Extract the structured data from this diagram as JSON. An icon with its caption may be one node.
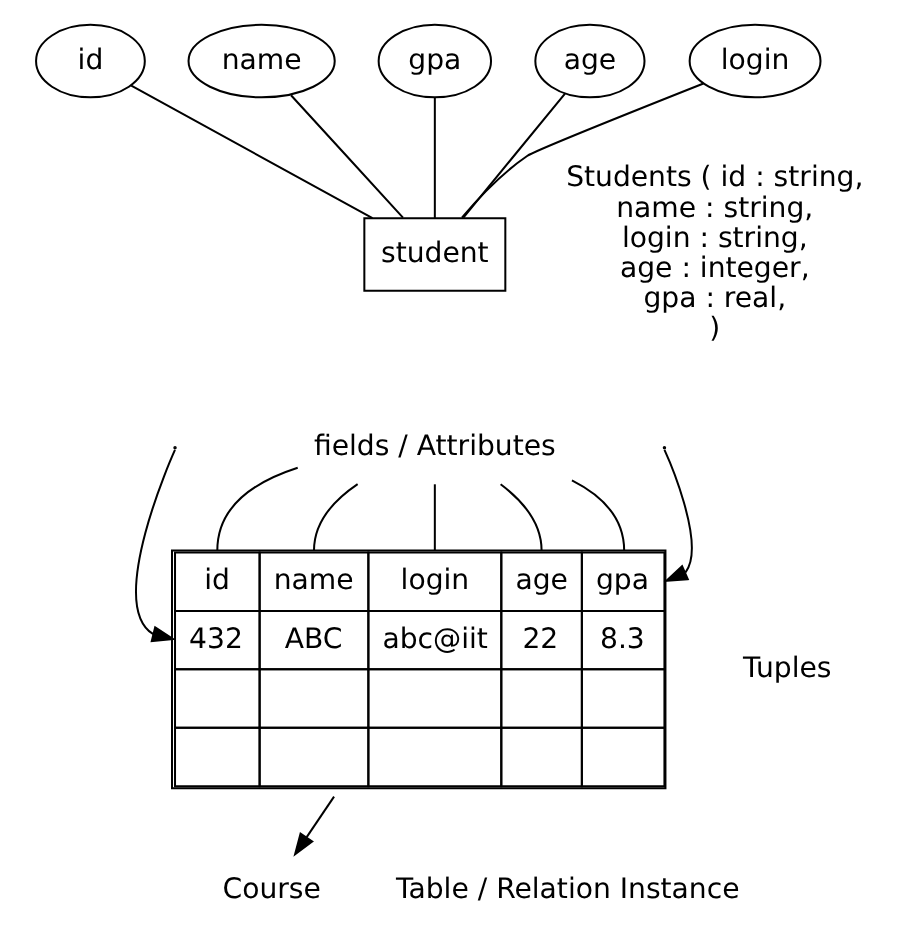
{
  "diagram": {
    "nodes": [
      {
        "text": [
          "id"
        ]
      },
      {
        "text": [
          "name"
        ]
      },
      {
        "text": [
          "student"
        ]
      },
      {
        "text": [
          "gpa"
        ]
      },
      {
        "text": [
          "age"
        ]
      },
      {
        "text": [
          "login"
        ]
      },
      {
        "text": [
          "fields / Attributes"
        ]
      },
      {
        "text": [
          "id",
          "name",
          "login",
          "age",
          "gpa",
          "432",
          "ABC",
          "abc@iit",
          "22",
          "8.3"
        ]
      },
      {
        "text": [
          "Course"
        ]
      }
    ],
    "edges": [
      {
        "from": 0,
        "to": 2,
        "arrow": "none"
      },
      {
        "from": 1,
        "to": 2,
        "arrow": "none"
      },
      {
        "from": 3,
        "to": 2,
        "arrow": "none"
      },
      {
        "from": 5,
        "to": 2,
        "arrow": "none"
      },
      {
        "from": 4,
        "to": 2,
        "arrow": "none"
      },
      {
        "from": 6,
        "to": 7,
        "arrow": "none"
      },
      {
        "from": 6,
        "to": 7,
        "arrow": "none"
      },
      {
        "from": 6,
        "to": 7,
        "arrow": "none"
      },
      {
        "from": 6,
        "to": 7,
        "arrow": "none"
      },
      {
        "from": 6,
        "to": 7,
        "arrow": "none"
      },
      {
        "from": null,
        "to": 7,
        "arrow": "to"
      },
      {
        "from": 7,
        "to": 8,
        "arrow": "to"
      },
      {
        "from": null,
        "to": 7,
        "arrow": "to"
      }
    ],
    "labels": [
      "Students ( id : string, name : string, login : string, age : integer, gpa : real, )",
      "Tuples",
      "Table / Relation Instance"
    ]
  }
}
